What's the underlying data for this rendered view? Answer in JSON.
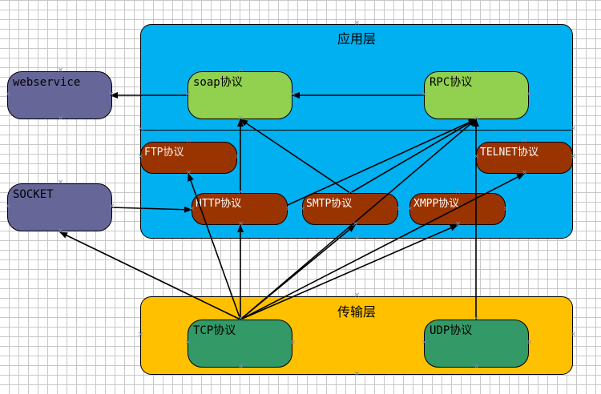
{
  "layers": {
    "application": {
      "title": "应用层",
      "color": "#00B0F0"
    },
    "transport": {
      "title": "传输层",
      "color": "#FFC000"
    }
  },
  "nodes": {
    "webservice": {
      "label": "webservice",
      "color": "#666699"
    },
    "socket": {
      "label": "SOCKET",
      "color": "#666699"
    },
    "soap": {
      "label": "soap协议",
      "color": "#92D050"
    },
    "rpc": {
      "label": "RPC协议",
      "color": "#92D050"
    },
    "ftp": {
      "label": "FTP协议",
      "color": "#993300"
    },
    "telnet": {
      "label": "TELNET协议",
      "color": "#993300"
    },
    "http": {
      "label": "HTTP协议",
      "color": "#993300"
    },
    "smtp": {
      "label": "SMTP协议",
      "color": "#993300"
    },
    "xmpp": {
      "label": "XMPP协议",
      "color": "#993300"
    },
    "tcp": {
      "label": "TCP协议",
      "color": "#339966"
    },
    "udp": {
      "label": "UDP协议",
      "color": "#339966"
    }
  },
  "edges": [
    {
      "from": "soap",
      "to": "webservice"
    },
    {
      "from": "rpc",
      "to": "soap"
    },
    {
      "from": "http",
      "to": "soap"
    },
    {
      "from": "smtp",
      "to": "soap"
    },
    {
      "from": "http",
      "to": "rpc"
    },
    {
      "from": "smtp",
      "to": "rpc"
    },
    {
      "from": "socket",
      "to": "http"
    },
    {
      "from": "tcp",
      "to": "socket"
    },
    {
      "from": "tcp",
      "to": "ftp"
    },
    {
      "from": "tcp",
      "to": "http"
    },
    {
      "from": "tcp",
      "to": "smtp"
    },
    {
      "from": "tcp",
      "to": "xmpp"
    },
    {
      "from": "tcp",
      "to": "telnet"
    },
    {
      "from": "tcp",
      "to": "rpc"
    },
    {
      "from": "udp",
      "to": "rpc"
    }
  ]
}
